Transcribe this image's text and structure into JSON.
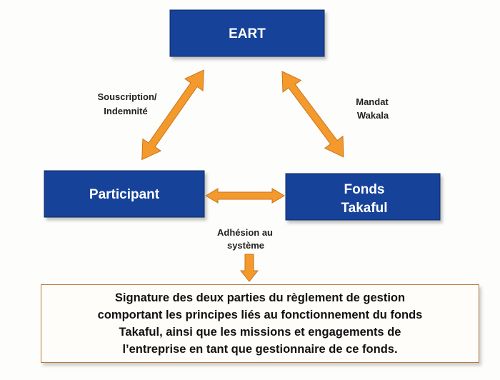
{
  "colors": {
    "box_fill": "#12439a",
    "box_border": "#0a2a63",
    "arrow_fill": "#f49a2c",
    "arrow_stroke": "#c9741c",
    "note_border": "#b87a3c"
  },
  "nodes": {
    "eart": "EART",
    "participant": "Participant",
    "fonds_line1": "Fonds",
    "fonds_line2": "Takaful"
  },
  "edges": {
    "souscription_line1": "Souscription/",
    "souscription_line2": "Indemnité",
    "mandat_line1": "Mandat",
    "mandat_line2": "Wakala",
    "adhesion_line1": "Adhésion au",
    "adhesion_line2": "système"
  },
  "note": {
    "line1": "Signature des deux parties du règlement de gestion",
    "line2": "comportant les principes liés au fonctionnement du fonds",
    "line3": "Takaful, ainsi que les missions et engagements de",
    "line4": "l’entreprise en tant que gestionnaire de ce fonds."
  }
}
